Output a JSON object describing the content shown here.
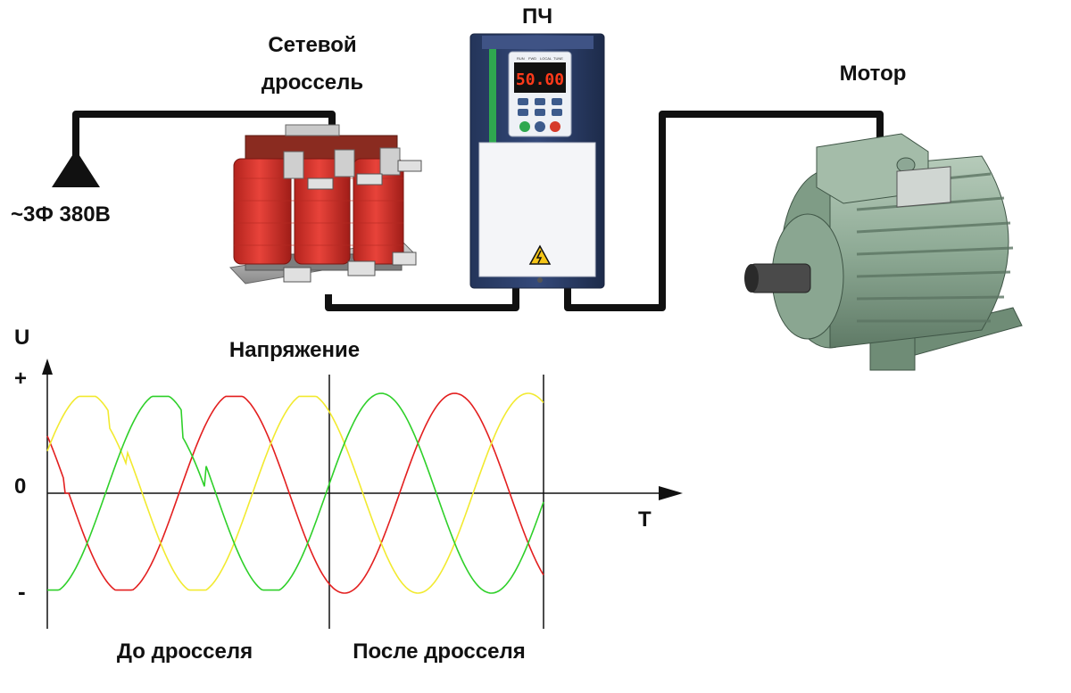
{
  "labels": {
    "supply": "~3Ф 380В",
    "reactor_line1": "Сетевой",
    "reactor_line2": "дроссель",
    "vfd": "ПЧ",
    "motor": "Мотор",
    "graph_title": "Напряжение",
    "axis_u": "U",
    "axis_plus": "+",
    "axis_zero": "0",
    "axis_minus": "-",
    "axis_t": "T",
    "before": "До дросселя",
    "after": "После дросселя"
  },
  "vfd_display": {
    "value": "50.00",
    "indicator_labels": [
      "RUN",
      "FWD",
      "LOCAL",
      "TUNE"
    ]
  },
  "colors": {
    "phase_a": "#e31f1f",
    "phase_b": "#f2ea30",
    "phase_c": "#2fd02a",
    "wire": "#111111",
    "reactor_coil": "#d9322a",
    "vfd_body": "#2c3e63",
    "motor_body": "#8eaa95",
    "vfd_stripe": "#2fa84f"
  },
  "chart_data": {
    "type": "line",
    "ylim": [
      -1,
      1
    ],
    "y_ticks": [
      "+",
      "0",
      "-"
    ],
    "xlabel": "T",
    "ylabel": "U",
    "title": "Напряжение",
    "sections": [
      "До дросселя",
      "После дросселя"
    ],
    "series": [
      {
        "color": "#e31f1f",
        "phase_deg": 145,
        "distorted_before": true
      },
      {
        "color": "#f2ea30",
        "phase_deg": 25,
        "distorted_before": true
      },
      {
        "color": "#2fd02a",
        "phase_deg": 265,
        "distorted_before": true
      }
    ],
    "periods_shown": 2.25
  }
}
